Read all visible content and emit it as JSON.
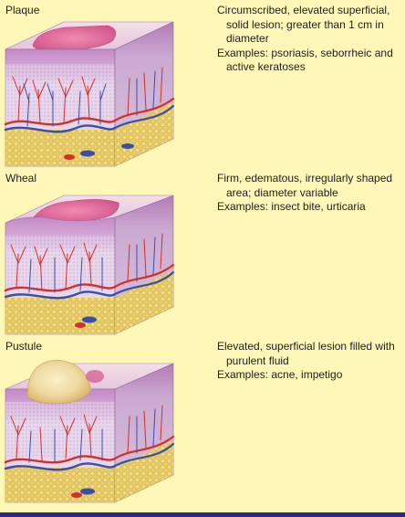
{
  "lesions": [
    {
      "term": "Plaque",
      "description": "Circumscribed, elevated superficial, solid lesion; greater than 1 cm in diameter",
      "examples": "Examples: psoriasis, seborrheic and active keratoses"
    },
    {
      "term": "Wheal",
      "description": "Firm, edematous, irregularly shaped area; diameter variable",
      "examples": "Examples: insect bite, urticaria"
    },
    {
      "term": "Pustule",
      "description": "Elevated, superficial lesion filled with purulent fluid",
      "examples": "Examples: acne, impetigo"
    }
  ],
  "colors": {
    "background": "#fff7b8",
    "bottom_bar": "#2a2a7a",
    "epidermis": "#d8a9d8",
    "dermis": "#e6d6ea",
    "fat": "#e8cf6a",
    "artery": "#d2302a",
    "vein": "#3a4fa8"
  }
}
